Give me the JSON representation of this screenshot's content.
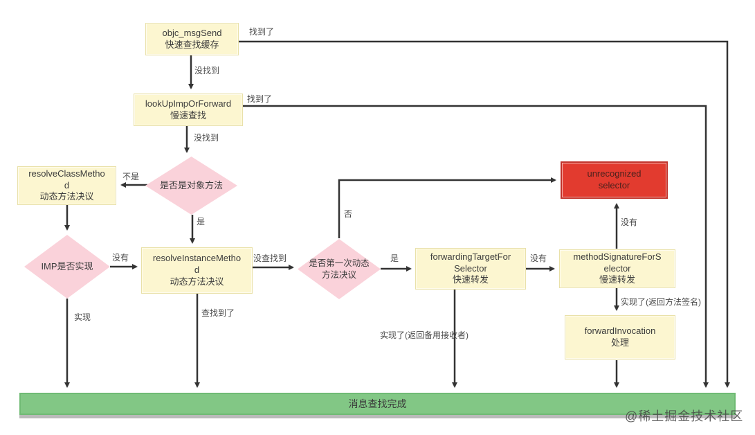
{
  "diagram": {
    "watermark": "@稀土掘金技术社区",
    "nodes": {
      "objc_msgsend": {
        "type": "process",
        "lines": [
          "objc_msgSend",
          "快速查找缓存"
        ]
      },
      "lookup_imp": {
        "type": "process",
        "lines": [
          "lookUpImpOrForward",
          "慢速查找"
        ]
      },
      "resolve_class": {
        "type": "process",
        "lines": [
          "resolveClassMetho",
          "d",
          "动态方法决议"
        ]
      },
      "is_instance_method": {
        "type": "decision",
        "lines": [
          "是否是对象方法"
        ]
      },
      "imp_implemented": {
        "type": "decision",
        "lines": [
          "IMP是否实现"
        ]
      },
      "resolve_instance": {
        "type": "process",
        "lines": [
          "resolveInstanceMetho",
          "d",
          "动态方法决议"
        ]
      },
      "first_time_resolve": {
        "type": "decision",
        "lines": [
          "是否第一次动态",
          "方法决议"
        ]
      },
      "forwarding_target": {
        "type": "process",
        "lines": [
          "forwardingTargetFor",
          "Selector",
          "快速转发"
        ]
      },
      "unrecognized": {
        "type": "error",
        "lines": [
          "unrecognized",
          "selector"
        ]
      },
      "method_signature": {
        "type": "process",
        "lines": [
          "methodSignatureForS",
          "elector",
          "慢速转发"
        ]
      },
      "forward_invocation": {
        "type": "process",
        "lines": [
          "forwardInvocation",
          "处理"
        ]
      },
      "done_bar": {
        "type": "terminal",
        "label": "消息查找完成"
      }
    },
    "edge_labels": {
      "fast_found": "找到了",
      "fast_not_found": "没找到",
      "slow_found": "找到了",
      "slow_not_found": "没找到",
      "not_instance_method": "不是",
      "is_instance_method_yes": "是",
      "imp_not_implemented": "没有",
      "imp_implemented_yes": "实现",
      "resolve_not_found": "没查找到",
      "resolve_found": "查找到了",
      "not_first_resolve": "否",
      "first_resolve_yes": "是",
      "fast_forward_not_implemented": "没有",
      "fast_forward_implemented": "实现了(返回备用接收者)",
      "slow_forward_implemented": "实现了(返回方法签名)",
      "slow_forward_not_implemented": "没有"
    },
    "colors": {
      "process_fill": "#FCF6D0",
      "process_border": "#E9E1A9",
      "decision_fill": "#FAD2DA",
      "error_fill": "#E23B2F",
      "error_border": "#C1332B",
      "error_text": "#4C211C",
      "done_fill": "#82C785",
      "done_border": "#6FBA74",
      "connector_line": "#333333"
    }
  }
}
